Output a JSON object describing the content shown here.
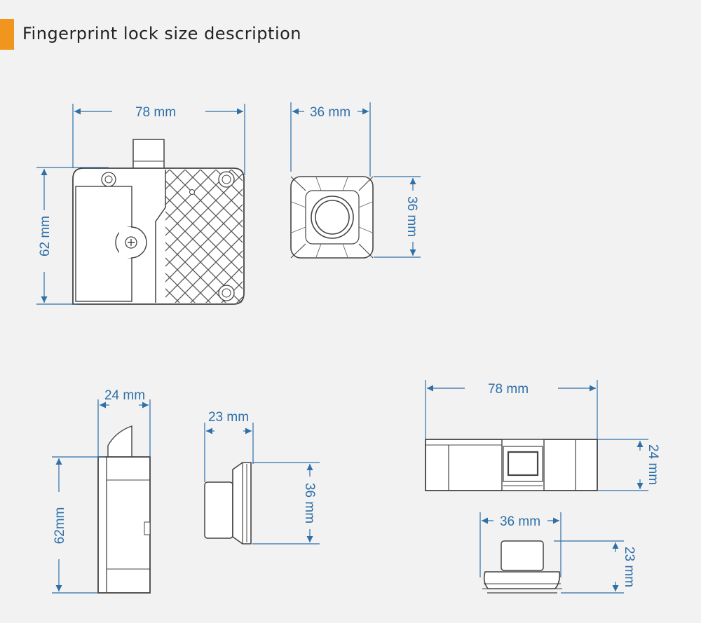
{
  "title": "Fingerprint lock size description",
  "colors": {
    "accent": "#f0961e",
    "dimension": "#2e6fa8",
    "outline": "#444444",
    "background": "#f2f2f2"
  },
  "views": {
    "front": {
      "width_label": "78 mm",
      "height_label": "62 mm"
    },
    "sensor_front": {
      "width_label": "36 mm",
      "height_label": "36 mm"
    },
    "side": {
      "width_label": "24 mm",
      "height_label": "62mm"
    },
    "sensor_side": {
      "width_label": "23 mm",
      "height_label": "36 mm"
    },
    "top": {
      "width_label": "78 mm",
      "height_label": "24 mm"
    },
    "sensor_top": {
      "width_label": "36 mm",
      "height_label": "23 mm"
    }
  }
}
